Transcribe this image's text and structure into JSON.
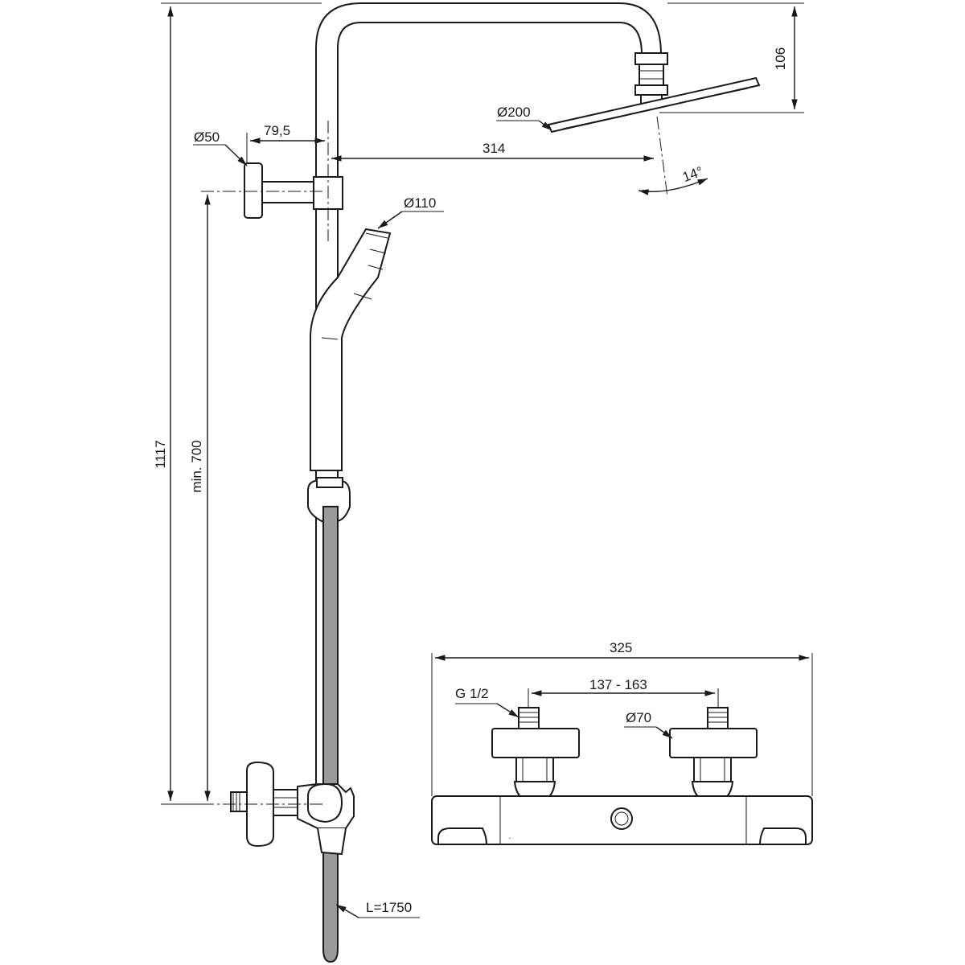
{
  "dimensions": {
    "overall_height": "1117",
    "min_height": "min. 700",
    "wall_bracket_diameter": "Ø50",
    "bracket_offset": "79,5",
    "arm_reach": "314",
    "head_diameter": "Ø200",
    "head_drop": "106",
    "head_angle": "14°",
    "handshower_diameter": "Ø110",
    "hose_length": "L=1750",
    "mixer_width": "325",
    "connection_thread": "G 1/2",
    "inlet_spacing": "137 - 163",
    "escutcheon_diameter": "Ø70"
  },
  "colors": {
    "line": "#1a1a1a",
    "hose_fill": "#9a9a9a",
    "background": "#ffffff"
  }
}
